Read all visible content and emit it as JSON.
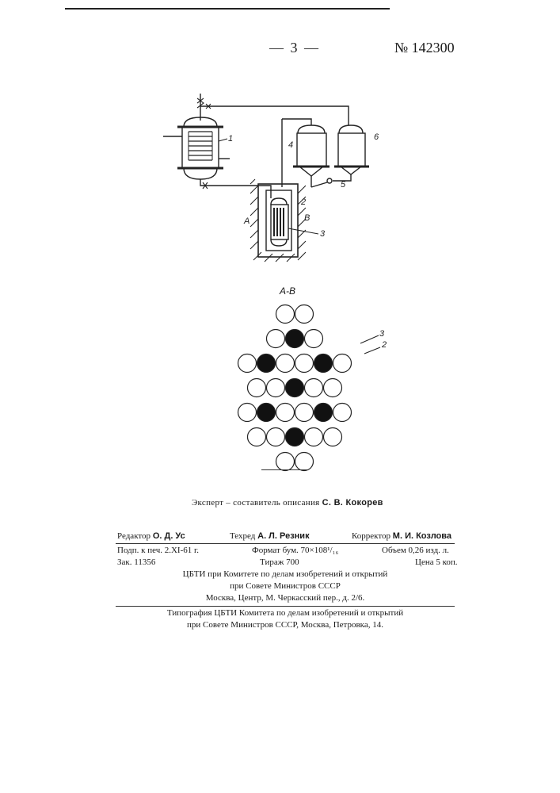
{
  "header": {
    "page_number": "— 3 —",
    "patent_number": "№ 142300"
  },
  "figure1": {
    "labels": {
      "l1": "1",
      "l2": "2",
      "l3": "3",
      "l4": "4",
      "l5": "5",
      "l6": "6",
      "lA": "A",
      "lB": "B"
    }
  },
  "figure2": {
    "title": "A-B",
    "labels": {
      "l3": "3",
      "l2": "2"
    },
    "rows": [
      [
        0,
        0
      ],
      [
        0,
        1,
        0
      ],
      [
        0,
        1,
        0,
        0,
        1,
        0
      ],
      [
        0,
        0,
        1,
        0,
        0
      ],
      [
        0,
        1,
        0,
        0,
        1,
        0
      ],
      [
        0,
        0,
        1,
        0,
        0
      ],
      [
        0,
        0
      ]
    ]
  },
  "expert_line": {
    "prefix": "Эксперт – составитель описания",
    "name": "С. В. Кокорев"
  },
  "credits": {
    "editor_label": "Редактор",
    "editor_name": "О. Д. Ус",
    "tech_label": "Техред",
    "tech_name": "А. Л. Резник",
    "corrector_label": "Корректор",
    "corrector_name": "М. И. Козлова"
  },
  "imprint": {
    "signed": "Подп. к печ. 2.XI-61 г.",
    "format": "Формат бум. 70×108¹/₁₆",
    "volume": "Объем 0,26 изд. л.",
    "order": "Зак. 11356",
    "run": "Тираж 700",
    "price": "Цена 5 коп.",
    "publisher1": "ЦБТИ при Комитете по делам изобретений и открытий",
    "publisher2": "при Совете Министров СССР",
    "publisher3": "Москва, Центр, М. Черкасский пер., д. 2/6.",
    "printer1": "Типография ЦБТИ Комитета по делам изобретений и открытий",
    "printer2": "при Совете Министров СССР, Москва, Петровка, 14."
  }
}
